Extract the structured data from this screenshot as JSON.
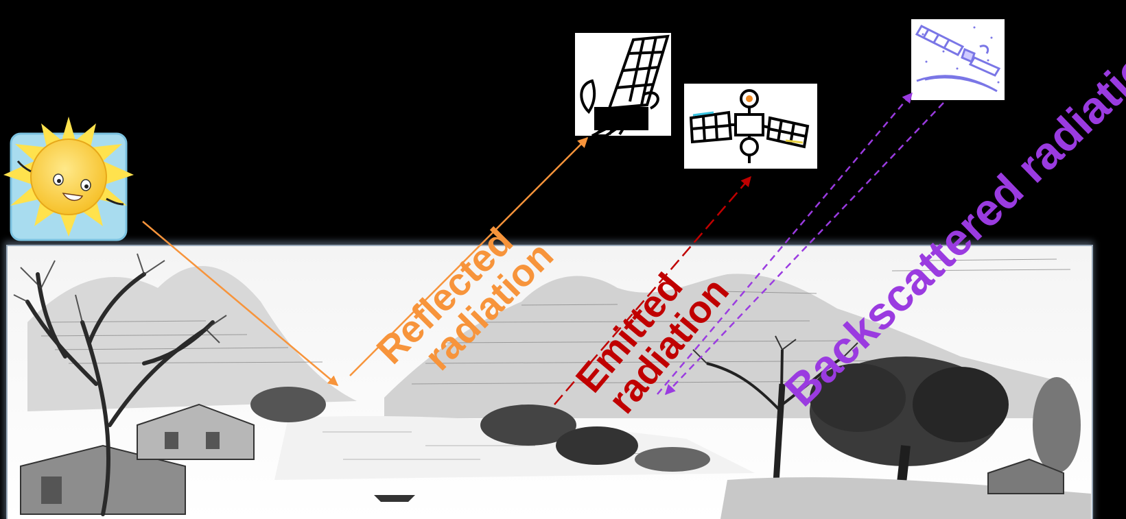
{
  "colors": {
    "background": "#000000",
    "reflected": "#f7943b",
    "emitted": "#c00000",
    "backscattered": "#9a3be0",
    "scene_frame": "#7c8ea6"
  },
  "icons": {
    "sun": "cartoon-sun-icon",
    "satellite_optical": "optical-satellite-icon",
    "satellite_thermal": "thermal-satellite-icon",
    "satellite_radar": "radar-satellite-icon",
    "landscape": "engraved-landscape-illustration"
  },
  "labels": {
    "reflected_line1": "Reflected",
    "reflected_line2": "radiation",
    "emitted_line1": "Emitted",
    "emitted_line2": "radiation",
    "backscattered": "Backscattered radiation"
  }
}
